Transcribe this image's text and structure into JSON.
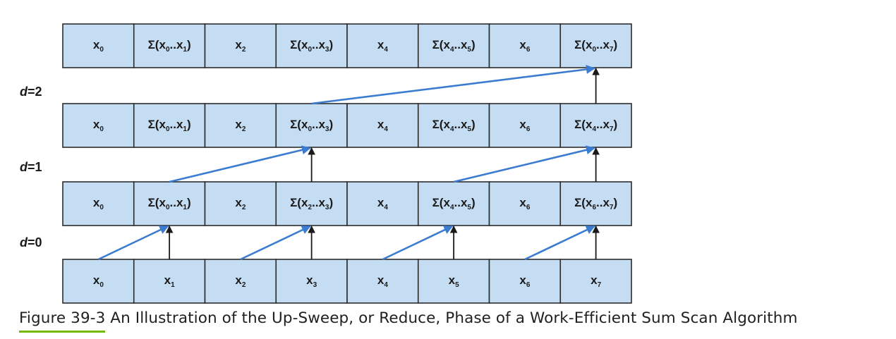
{
  "levels": [
    {
      "label_var": "d",
      "label_value": "=2"
    },
    {
      "label_var": "d",
      "label_value": "=1"
    },
    {
      "label_var": "d",
      "label_value": "=0"
    }
  ],
  "rows": [
    [
      {
        "parts": [
          [
            "x",
            ""
          ],
          [
            "0",
            "s"
          ]
        ]
      },
      {
        "parts": [
          [
            "Σ(x",
            ""
          ],
          [
            "0",
            "s"
          ],
          [
            "..x",
            ""
          ],
          [
            "1",
            "s"
          ],
          [
            ")",
            ""
          ]
        ]
      },
      {
        "parts": [
          [
            "x",
            ""
          ],
          [
            "2",
            "s"
          ]
        ]
      },
      {
        "parts": [
          [
            "Σ(x",
            ""
          ],
          [
            "0",
            "s"
          ],
          [
            "..x",
            ""
          ],
          [
            "3",
            "s"
          ],
          [
            ")",
            ""
          ]
        ]
      },
      {
        "parts": [
          [
            "x",
            ""
          ],
          [
            "4",
            "s"
          ]
        ]
      },
      {
        "parts": [
          [
            "Σ(x",
            ""
          ],
          [
            "4",
            "s"
          ],
          [
            "..x",
            ""
          ],
          [
            "5",
            "s"
          ],
          [
            ")",
            ""
          ]
        ]
      },
      {
        "parts": [
          [
            "x",
            ""
          ],
          [
            "6",
            "s"
          ]
        ]
      },
      {
        "parts": [
          [
            "Σ(x",
            ""
          ],
          [
            "0",
            "s"
          ],
          [
            "..x",
            ""
          ],
          [
            "7",
            "s"
          ],
          [
            ")",
            ""
          ]
        ]
      }
    ],
    [
      {
        "parts": [
          [
            "x",
            ""
          ],
          [
            "0",
            "s"
          ]
        ]
      },
      {
        "parts": [
          [
            "Σ(x",
            ""
          ],
          [
            "0",
            "s"
          ],
          [
            "..x",
            ""
          ],
          [
            "1",
            "s"
          ],
          [
            ")",
            ""
          ]
        ]
      },
      {
        "parts": [
          [
            "x",
            ""
          ],
          [
            "2",
            "s"
          ]
        ]
      },
      {
        "parts": [
          [
            "Σ(x",
            ""
          ],
          [
            "0",
            "s"
          ],
          [
            "..x",
            ""
          ],
          [
            "3",
            "s"
          ],
          [
            ")",
            ""
          ]
        ]
      },
      {
        "parts": [
          [
            "x",
            ""
          ],
          [
            "4",
            "s"
          ]
        ]
      },
      {
        "parts": [
          [
            "Σ(x",
            ""
          ],
          [
            "4",
            "s"
          ],
          [
            "..x",
            ""
          ],
          [
            "5",
            "s"
          ],
          [
            ")",
            ""
          ]
        ]
      },
      {
        "parts": [
          [
            "x",
            ""
          ],
          [
            "6",
            "s"
          ]
        ]
      },
      {
        "parts": [
          [
            "Σ(x",
            ""
          ],
          [
            "4",
            "s"
          ],
          [
            "..x",
            ""
          ],
          [
            "7",
            "s"
          ],
          [
            ")",
            ""
          ]
        ]
      }
    ],
    [
      {
        "parts": [
          [
            "x",
            ""
          ],
          [
            "0",
            "s"
          ]
        ]
      },
      {
        "parts": [
          [
            "Σ(x",
            ""
          ],
          [
            "0",
            "s"
          ],
          [
            "..x",
            ""
          ],
          [
            "1",
            "s"
          ],
          [
            ")",
            ""
          ]
        ]
      },
      {
        "parts": [
          [
            "x",
            ""
          ],
          [
            "2",
            "s"
          ]
        ]
      },
      {
        "parts": [
          [
            "Σ(x",
            ""
          ],
          [
            "2",
            "s"
          ],
          [
            "..x",
            ""
          ],
          [
            "3",
            "s"
          ],
          [
            ")",
            ""
          ]
        ]
      },
      {
        "parts": [
          [
            "x",
            ""
          ],
          [
            "4",
            "s"
          ]
        ]
      },
      {
        "parts": [
          [
            "Σ(x",
            ""
          ],
          [
            "4",
            "s"
          ],
          [
            "..x",
            ""
          ],
          [
            "5",
            "s"
          ],
          [
            ")",
            ""
          ]
        ]
      },
      {
        "parts": [
          [
            "x",
            ""
          ],
          [
            "6",
            "s"
          ]
        ]
      },
      {
        "parts": [
          [
            "Σ(x",
            ""
          ],
          [
            "6",
            "s"
          ],
          [
            "..x",
            ""
          ],
          [
            "7",
            "s"
          ],
          [
            ")",
            ""
          ]
        ]
      }
    ],
    [
      {
        "parts": [
          [
            "x",
            ""
          ],
          [
            "0",
            "s"
          ]
        ]
      },
      {
        "parts": [
          [
            "x",
            ""
          ],
          [
            "1",
            "s"
          ]
        ]
      },
      {
        "parts": [
          [
            "x",
            ""
          ],
          [
            "2",
            "s"
          ]
        ]
      },
      {
        "parts": [
          [
            "x",
            ""
          ],
          [
            "3",
            "s"
          ]
        ]
      },
      {
        "parts": [
          [
            "x",
            ""
          ],
          [
            "4",
            "s"
          ]
        ]
      },
      {
        "parts": [
          [
            "x",
            ""
          ],
          [
            "5",
            "s"
          ]
        ]
      },
      {
        "parts": [
          [
            "x",
            ""
          ],
          [
            "6",
            "s"
          ]
        ]
      },
      {
        "parts": [
          [
            "x",
            ""
          ],
          [
            "7",
            "s"
          ]
        ]
      }
    ]
  ],
  "arrows": [
    {
      "type": "blue",
      "from_row": 3,
      "from_col": 0,
      "to_row": 2,
      "to_col": 1
    },
    {
      "type": "black",
      "from_row": 3,
      "from_col": 1,
      "to_row": 2,
      "to_col": 1
    },
    {
      "type": "blue",
      "from_row": 3,
      "from_col": 2,
      "to_row": 2,
      "to_col": 3
    },
    {
      "type": "black",
      "from_row": 3,
      "from_col": 3,
      "to_row": 2,
      "to_col": 3
    },
    {
      "type": "blue",
      "from_row": 3,
      "from_col": 4,
      "to_row": 2,
      "to_col": 5
    },
    {
      "type": "black",
      "from_row": 3,
      "from_col": 5,
      "to_row": 2,
      "to_col": 5
    },
    {
      "type": "blue",
      "from_row": 3,
      "from_col": 6,
      "to_row": 2,
      "to_col": 7
    },
    {
      "type": "black",
      "from_row": 3,
      "from_col": 7,
      "to_row": 2,
      "to_col": 7
    },
    {
      "type": "blue",
      "from_row": 2,
      "from_col": 1,
      "to_row": 1,
      "to_col": 3
    },
    {
      "type": "black",
      "from_row": 2,
      "from_col": 3,
      "to_row": 1,
      "to_col": 3
    },
    {
      "type": "blue",
      "from_row": 2,
      "from_col": 5,
      "to_row": 1,
      "to_col": 7
    },
    {
      "type": "black",
      "from_row": 2,
      "from_col": 7,
      "to_row": 1,
      "to_col": 7
    },
    {
      "type": "blue",
      "from_row": 1,
      "from_col": 3,
      "to_row": 0,
      "to_col": 7
    },
    {
      "type": "black",
      "from_row": 1,
      "from_col": 7,
      "to_row": 0,
      "to_col": 7
    }
  ],
  "colors": {
    "cell_fill": "#c5ddf3",
    "blue_arrow": "#3b7cd0",
    "black_arrow": "#1a1a1a",
    "caption_underline": "#76b900"
  },
  "caption": {
    "number": "Figure 39-3",
    "text": " An Illustration of the Up-Sweep, or Reduce, Phase of a Work-Efficient Sum Scan Algorithm"
  }
}
